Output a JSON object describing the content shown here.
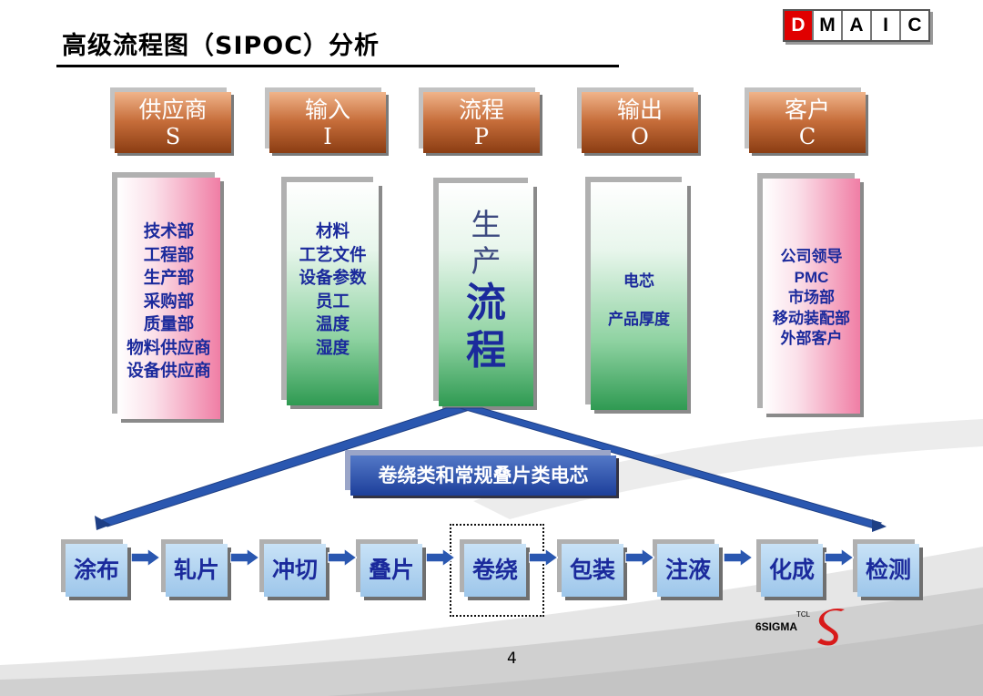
{
  "title": "高级流程图（SIPOC）分析",
  "dmaic": {
    "letters": [
      "D",
      "M",
      "A",
      "I",
      "C"
    ],
    "active_index": 0,
    "active_color": "#e00000"
  },
  "categories": [
    {
      "name": "供应商",
      "letter": "S"
    },
    {
      "name": "输入",
      "letter": "I"
    },
    {
      "name": "流程",
      "letter": "P"
    },
    {
      "name": "输出",
      "letter": "O"
    },
    {
      "name": "客户",
      "letter": "C"
    }
  ],
  "suppliers": [
    "技术部",
    "工程部",
    "生产部",
    "采购部",
    "质量部",
    "物料供应商",
    "设备供应商"
  ],
  "inputs": [
    "材料",
    "工艺文件",
    "设备参数",
    "员工",
    "温度",
    "湿度"
  ],
  "process_panel": {
    "line1": "生",
    "line2": "产",
    "line3": "流",
    "line4": "程"
  },
  "outputs": [
    "电芯",
    "产品厚度"
  ],
  "customers": [
    "公司领导",
    "PMC",
    "市场部",
    "移动装配部",
    "外部客户"
  ],
  "banner": "卷绕类和常规叠片类电芯",
  "steps": [
    "涂布",
    "轧片",
    "冲切",
    "叠片",
    "卷绕",
    "包装",
    "注液",
    "化成",
    "检测"
  ],
  "highlighted_step": "卷绕",
  "logo": {
    "top": "TCL",
    "text": "6SIGMA",
    "mark": "S"
  },
  "page_number": "4",
  "colors": {
    "category_brown": "#b5602c",
    "panel_text": "#1b2a9c",
    "pink_panel": "#f07ea5",
    "green_panel": "#2f9a52",
    "banner_blue": "#1d3f9a",
    "step_fill": "#b5d6f2",
    "connector_blue": "#2a57b0"
  }
}
